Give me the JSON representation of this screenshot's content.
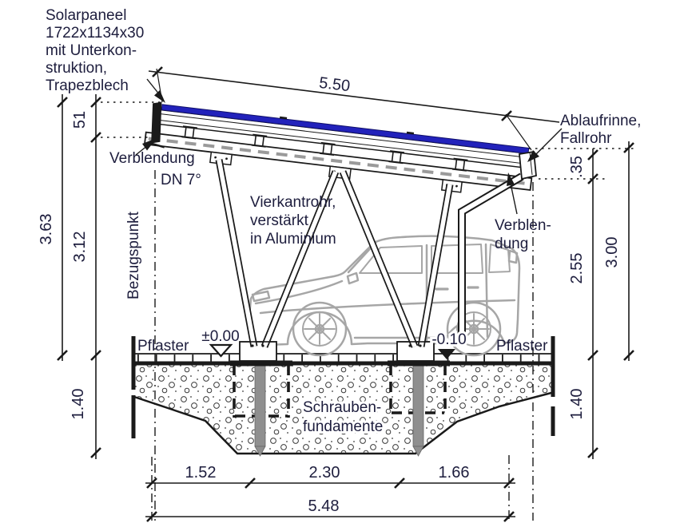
{
  "labels": {
    "solarpaneel_1": "Solarpaneel",
    "solarpaneel_2": "1722x1134x30",
    "solarpaneel_3": "mit Unterkon-",
    "solarpaneel_4": "struktion,",
    "solarpaneel_5": "Trapezblech",
    "ablaufrinne_1": "Ablaufrinne,",
    "ablaufrinne_2": "Fallrohr",
    "verblendung_left": "Verblendung",
    "dn": "DN 7°",
    "bezugspunkt": "Bezugspunkt",
    "vierkantrohr_1": "Vierkantrohr,",
    "vierkantrohr_2": "verstärkt",
    "vierkantrohr_3": "in Aluminium",
    "verblendung_right_1": "Verblen-",
    "verblendung_right_2": "dung",
    "pflaster_left": "Pflaster",
    "pflaster_right": "Pflaster",
    "level_zero": "±0.00",
    "level_minus10": "-0.10",
    "schraubenfundamente_1": "Schrauben-",
    "schraubenfundamente_2": "fundamente"
  },
  "dimensions": {
    "roof_length": "5.50",
    "fascia_height": "51",
    "total_height_left": "3.63",
    "clear_height_left": "3.12",
    "gutter_height": ".35",
    "clear_height_right": "2.55",
    "total_height_right": "3.00",
    "foundation_depth_left": "1.40",
    "foundation_depth_right": "1.40",
    "span_left": "1.52",
    "span_middle": "2.30",
    "span_right": "1.66",
    "total_span": "5.48"
  },
  "colors": {
    "solar_panel_blue": "#2222bb",
    "pile_gray": "#8f8f8f",
    "car_gray": "#a6a6a6",
    "text_ink": "#1d1d3d",
    "line_black": "#1a1a1a"
  }
}
